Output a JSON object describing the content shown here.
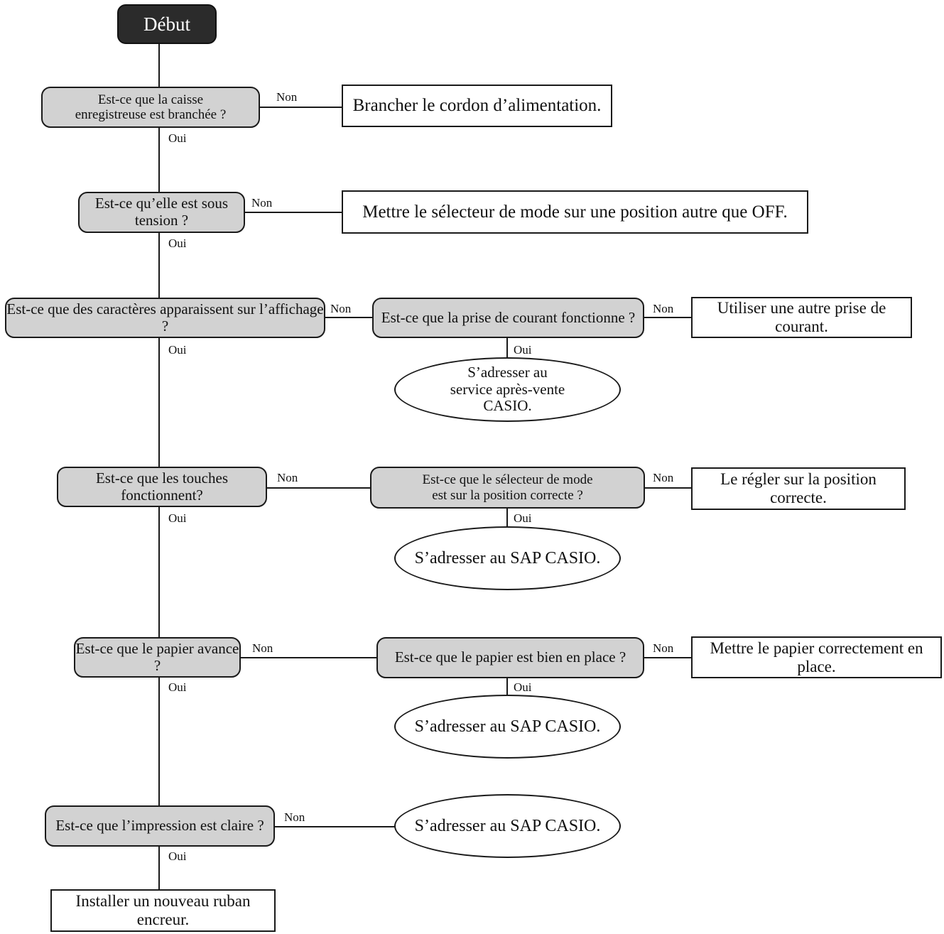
{
  "start": "Début",
  "labels": {
    "no": "Non",
    "yes": "Oui"
  },
  "questions": {
    "plugged": "Est-ce que la caisse enregistreuse est branchée ?",
    "powered": "Est-ce qu’elle est sous tension ?",
    "display": "Est-ce que des caractères apparaissent sur l’affichage ?",
    "outlet": "Est-ce que la prise de courant fonctionne ?",
    "keys": "Est-ce que les touches fonctionnent?",
    "mode_switch": "Est-ce que le sélecteur de mode est sur la position correcte ?",
    "paper_feed": "Est-ce que le papier avance ?",
    "paper_placed": "Est-ce que le papier est bien en place ?",
    "print_clear": "Est-ce que l’impression est claire ?"
  },
  "actions": {
    "plug_cord": "Brancher le cordon d’alimentation.",
    "set_mode": "Mettre le sélecteur de mode sur une position autre que OFF.",
    "other_outlet": "Utiliser une autre prise de courant.",
    "set_position": "Le régler sur la position correcte.",
    "place_paper": "Mettre le papier correctement en place.",
    "new_ribbon": "Installer un nouveau ruban encreur."
  },
  "terminals": {
    "service": "S’adresser au service après-vente CASIO.",
    "sap_keys": "S’adresser au SAP CASIO.",
    "sap_paper": "S’adresser au SAP CASIO.",
    "sap_print": "S’adresser au SAP CASIO."
  }
}
